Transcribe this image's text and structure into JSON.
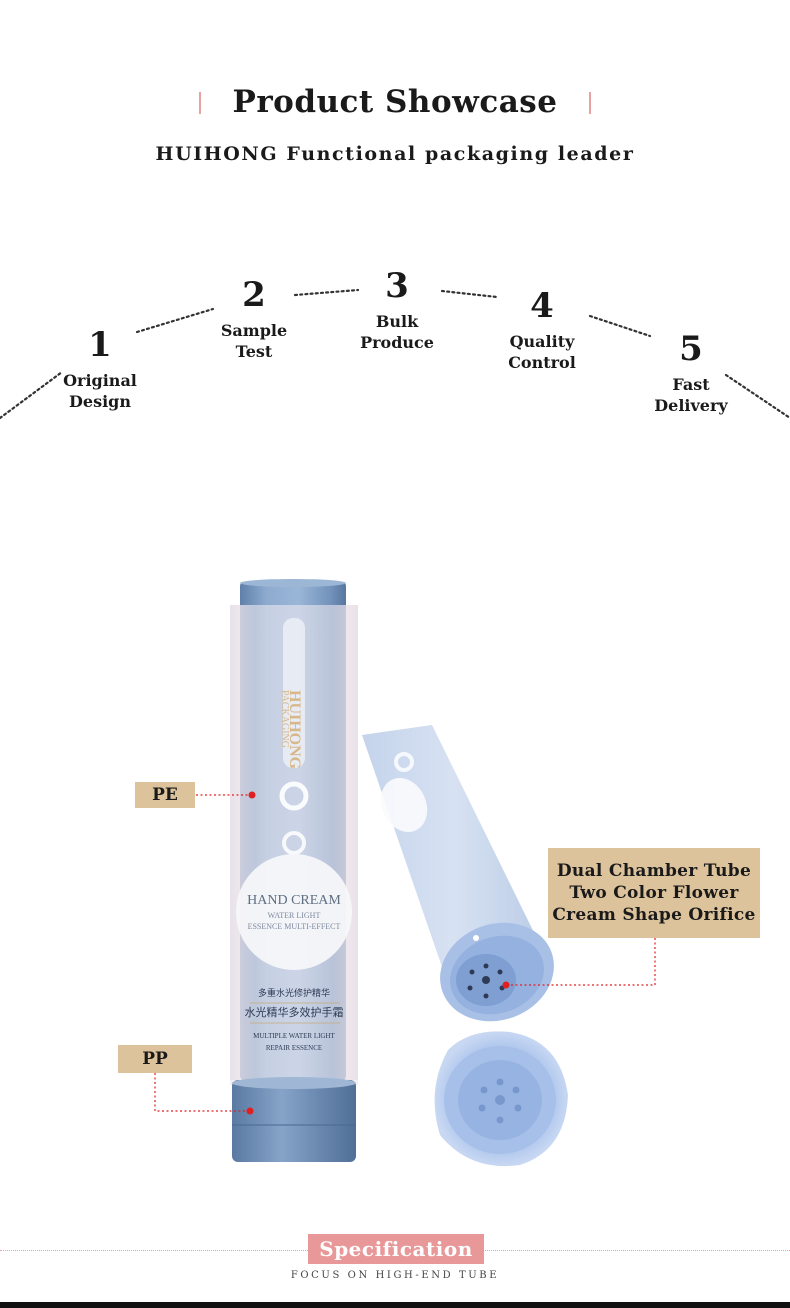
{
  "header": {
    "title": "Product Showcase",
    "subtitle": "HUIHONG Functional packaging leader"
  },
  "steps": [
    {
      "number": "1",
      "label": "Original\nDesign"
    },
    {
      "number": "2",
      "label": "Sample\nTest"
    },
    {
      "number": "3",
      "label": "Bulk\nProduce"
    },
    {
      "number": "4",
      "label": "Quality\nControl"
    },
    {
      "number": "5",
      "label": "Fast\nDelivery"
    }
  ],
  "callouts": {
    "pe": "PE",
    "pp": "PP",
    "feature": "Dual Chamber Tube\nTwo Color Flower\nCream Shape Orifice"
  },
  "product": {
    "brand": "HUIHONG",
    "brand_sub": "PACKAGING",
    "name": "HAND CREAM",
    "line1": "WATER LIGHT",
    "line2": "ESSENCE MULTI-EFFECT",
    "cn1": "多重水光修护精华",
    "cn2": "水光精华多效护手霜",
    "en3": "MULTIPLE WATER LIGHT",
    "en4": "REPAIR ESSENCE"
  },
  "footer": {
    "section_title": "Specification",
    "section_sub": "FOCUS ON HIGH-END TUBE"
  },
  "colors": {
    "accent_pink": "#e89898",
    "label_tan": "#dcc39b",
    "tube_blue": "#7f9fc4",
    "callout_red": "#e02020"
  }
}
